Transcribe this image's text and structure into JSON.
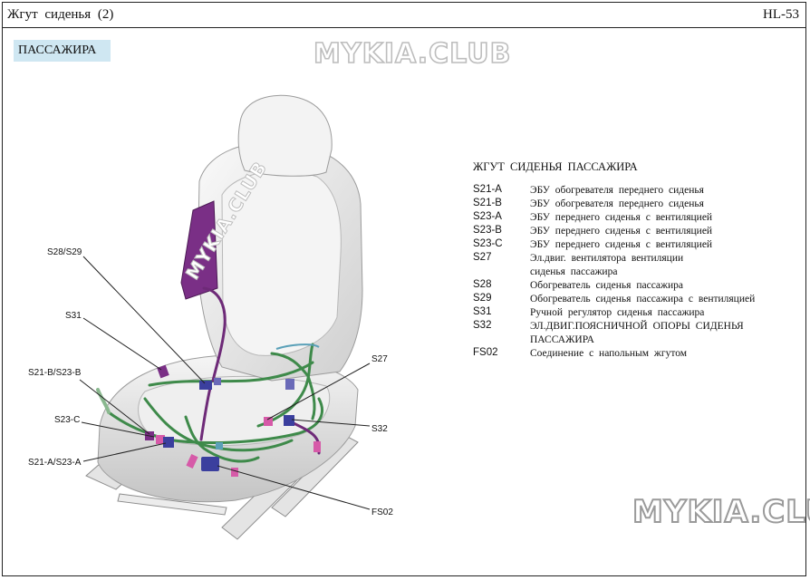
{
  "header": {
    "title": "Жгут  сиденья    (2)",
    "code": "HL-53"
  },
  "badge": "ПАССАЖИРА",
  "watermarks": {
    "top": "MYKIA.CLUB",
    "diagonal": "MYKIA.CLUB",
    "bottom": "MYKIA.CLUB"
  },
  "legend": {
    "title": "ЖГУТ СИДЕНЬЯ  ПАССАЖИРА",
    "items": [
      {
        "code": "S21-A",
        "desc": "ЭБУ обогревателя   переднего   сиденья"
      },
      {
        "code": "S21-B",
        "desc": "ЭБУ обогревателя    переднего   сиденья"
      },
      {
        "code": "S23-A",
        "desc": "ЭБУ переднего   сиденья   с вентиляцией"
      },
      {
        "code": "S23-B",
        "desc": "ЭБУ переднего   сиденья   с вентиляцией"
      },
      {
        "code": "S23-C",
        "desc": "ЭБУ переднего   сиденья   с вентиляцией"
      },
      {
        "code": "S27",
        "desc": "Эл.двиг. вентилятора    вентиляции\nсиденья  пассажира"
      },
      {
        "code": "S28",
        "desc": "Обогреватель   сиденья  пассажира"
      },
      {
        "code": "S29",
        "desc": "Обогреватель   сиденья  пассажира   с вентиляцией"
      },
      {
        "code": "S31",
        "desc": "Ручной  регулятор   сиденья   пассажира"
      },
      {
        "code": "S32",
        "desc": "ЭЛ.ДВИГ.ПОЯСНИЧНОЙ  ОПОРЫ  СИДЕНЬЯ\nПАССАЖИРА"
      },
      {
        "code": "FS02",
        "desc": "Соединение   с  напольным   жгутом"
      }
    ]
  },
  "callouts": {
    "s28_s29": "S28/S29",
    "s31": "S31",
    "s21b_s23b": "S21-B/S23-B",
    "s23c": "S23-C",
    "s21a_s23a": "S21-A/S23-A",
    "s27": "S27",
    "s32": "S32",
    "fs02": "FS02"
  },
  "colors": {
    "harness": "#3e8a4a",
    "harness_dark": "#2d6a38",
    "connector_purple": "#7a2f86",
    "connector_pink": "#d65aa8",
    "connector_blue": "#3b3f9e",
    "seat_light": "#f1f1f1",
    "seat_shadow": "#c9c9c9",
    "badge_bg": "#cfe7f2"
  }
}
